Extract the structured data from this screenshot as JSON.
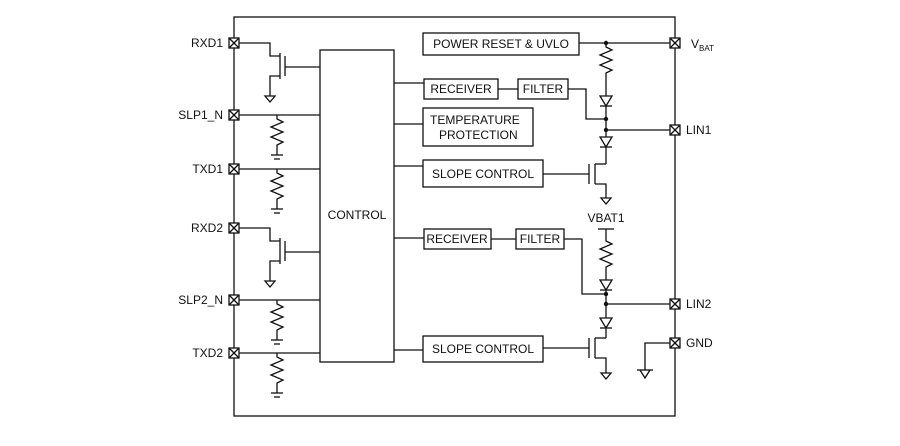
{
  "diagram": {
    "blocks": {
      "control": "CONTROL",
      "power_reset": "POWER RESET & UVLO",
      "receiver1": "RECEIVER",
      "filter1": "FILTER",
      "temp_protection_line1": "TEMPERATURE",
      "temp_protection_line2": "PROTECTION",
      "slope_control1": "SLOPE CONTROL",
      "receiver2": "RECEIVER",
      "filter2": "FILTER",
      "slope_control2": "SLOPE CONTROL"
    },
    "pins_left": {
      "rxd1": "RXD1",
      "slp1_n": "SLP1_N",
      "txd1": "TXD1",
      "rxd2": "RXD2",
      "slp2_n": "SLP2_N",
      "txd2": "TXD2"
    },
    "pins_right": {
      "vbat_main": "V",
      "vbat_sub": "BAT",
      "lin1": "LIN1",
      "lin2": "LIN2",
      "gnd": "GND"
    },
    "net_labels": {
      "vbat1": "VBAT1"
    }
  }
}
